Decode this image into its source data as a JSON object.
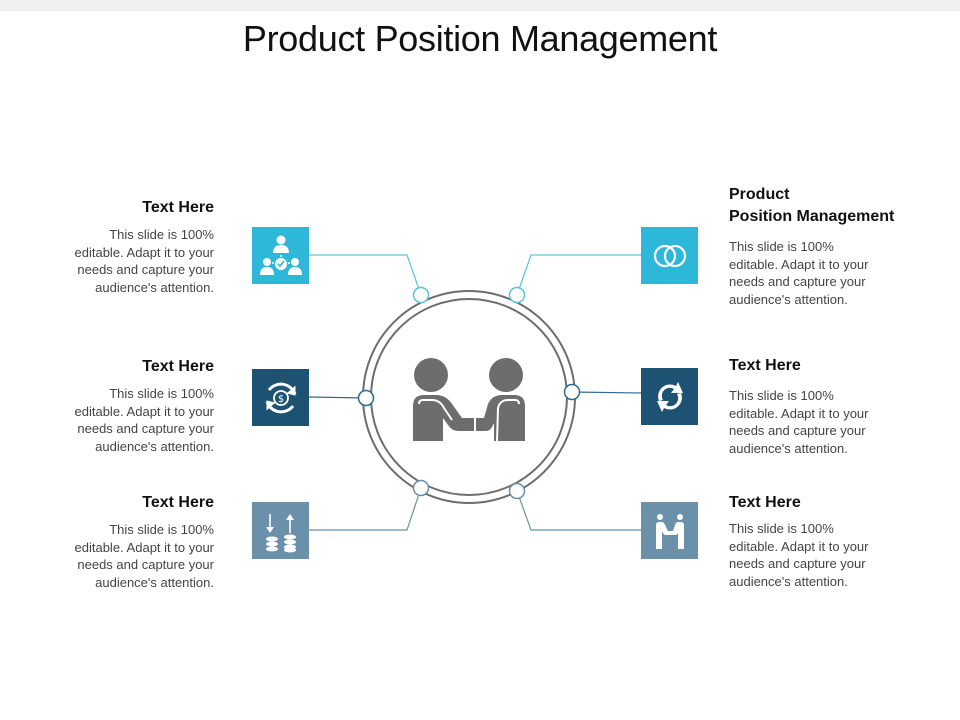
{
  "slide": {
    "title": "Product Position Management"
  },
  "colors": {
    "accent_cyan": "#2db7d8",
    "accent_navy": "#1d5272",
    "accent_steel": "#6a90aa",
    "circle_gray": "#6d6d6d",
    "connector_cyan": "#5ac3e0",
    "connector_navy": "#2f6a8f"
  },
  "items": [
    {
      "id": "left-top",
      "heading": "Text Here",
      "description": [
        "This slide is 100%",
        "editable. Adapt it to your",
        "needs and capture your",
        "audience's attention."
      ],
      "icon": "team-network-icon",
      "color": "#2db7d8"
    },
    {
      "id": "left-middle",
      "heading": "Text Here",
      "description": [
        "This slide is 100%",
        "editable. Adapt it to your",
        "needs and capture your",
        "audience's attention."
      ],
      "icon": "currency-exchange-icon",
      "color": "#1d5272"
    },
    {
      "id": "left-bottom",
      "heading": "Text Here",
      "description": [
        "This slide is 100%",
        "editable. Adapt it to your",
        "needs and capture your",
        "audience's attention."
      ],
      "icon": "coin-stacks-icon",
      "color": "#6a90aa"
    },
    {
      "id": "right-top",
      "heading_lines": [
        "Product",
        "Position Management"
      ],
      "description": [
        "This slide is 100%",
        "editable. Adapt it to your",
        "needs and capture your",
        "audience's attention."
      ],
      "icon": "interlocked-rings-icon",
      "color": "#2db7d8"
    },
    {
      "id": "right-middle",
      "heading": "Text Here",
      "description": [
        "This slide is 100%",
        "editable. Adapt it to your",
        "needs and capture your",
        "audience's attention."
      ],
      "icon": "refresh-arrows-icon",
      "color": "#1d5272"
    },
    {
      "id": "right-bottom",
      "heading": "Text Here",
      "description": [
        "This slide is 100%",
        "editable. Adapt it to your",
        "needs and capture your",
        "audience's attention."
      ],
      "icon": "handshake-deal-icon",
      "color": "#6a90aa"
    }
  ],
  "center": {
    "icon": "handshake-people-icon"
  }
}
